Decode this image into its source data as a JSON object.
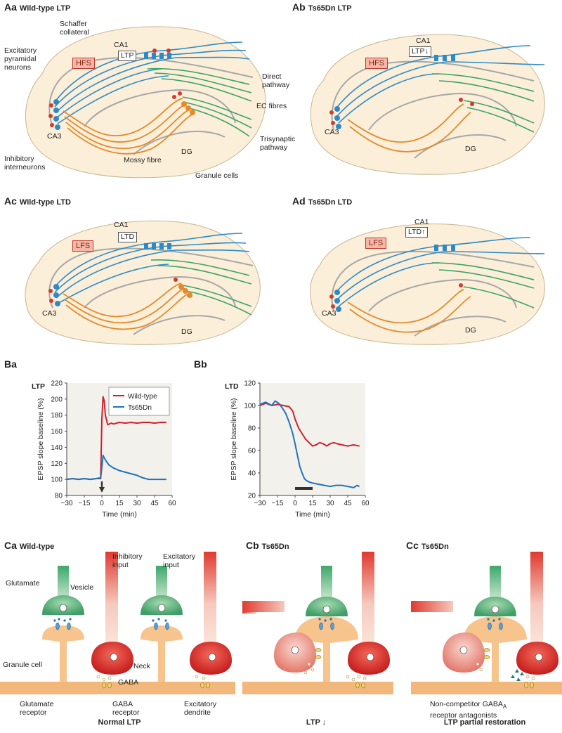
{
  "panels": {
    "Aa": {
      "id": "Aa",
      "title": "Wild-type LTP"
    },
    "Ab": {
      "id": "Ab",
      "title": "Ts65Dn LTP"
    },
    "Ac": {
      "id": "Ac",
      "title": "Wild-type LTD"
    },
    "Ad": {
      "id": "Ad",
      "title": "Ts65Dn LTD"
    },
    "Ba": {
      "id": "Ba",
      "title": "LTP"
    },
    "Bb": {
      "id": "Bb",
      "title": "LTD"
    },
    "Ca": {
      "id": "Ca",
      "title": "Wild-type",
      "caption": "Normal LTP"
    },
    "Cb": {
      "id": "Cb",
      "title": "Ts65Dn",
      "caption": "LTP ↓"
    },
    "Cc": {
      "id": "Cc",
      "title": "Ts65Dn",
      "caption": "LTP partial restoration"
    }
  },
  "hippocampus_labels": {
    "schaffer": "Schaffer\ncollateral",
    "excitatory": "Excitatory\npyramidal\nneurons",
    "ca1": "CA1",
    "ca3": "CA3",
    "dg": "DG",
    "hfs": "HFS",
    "lfs": "LFS",
    "ltp": "LTP",
    "ltp_down": "LTP↓",
    "ltd": "LTD",
    "ltd_up": "LTD↑",
    "direct": "Direct\npathway",
    "ec": "EC fibres",
    "trisynaptic": "Trisynaptic\npathway",
    "inhibitory": "Inhibitory\ninterneurons",
    "mossy": "Mossy fibre",
    "granule": "Granule cells"
  },
  "synapse_labels": {
    "inhibitory_input": "Inhibitory\ninput",
    "excitatory_input": "Excitatory\ninput",
    "glutamate": "Glutamate",
    "vesicle": "Vesicle",
    "granule_cell": "Granule cell",
    "neck": "Neck",
    "gaba": "GABA",
    "glutamate_receptor": "Glutamate\nreceptor",
    "gaba_receptor": "GABA\nreceptor",
    "excitatory_dendrite": "Excitatory\ndendrite",
    "antagonists": "Non-competitor GABA",
    "antagonists_sub": "A",
    "antagonists2": "receptor antagonists"
  },
  "colors": {
    "wildtype": "#d0202e",
    "ts65dn": "#1f74b8",
    "bg": "#fbefd9",
    "axon_blue": "#2d8ac7",
    "axon_green": "#3aa366",
    "axon_orange": "#e38a2b"
  },
  "chart_data": [
    {
      "type": "line",
      "title": "LTP",
      "xlabel": "Time (min)",
      "ylabel": "EPSP slope baseline (%)",
      "xlim": [
        -30,
        60
      ],
      "ylim": [
        80,
        220
      ],
      "xticks": [
        -30,
        -15,
        0,
        15,
        30,
        45,
        60
      ],
      "yticks": [
        80,
        100,
        120,
        140,
        160,
        180,
        200,
        220
      ],
      "legend": "top-right",
      "annotation": "arrow at 0",
      "series": [
        {
          "name": "Wild-type",
          "color": "#d0202e",
          "x": [
            -30,
            -25,
            -20,
            -15,
            -10,
            -5,
            -1,
            0,
            1,
            2,
            3,
            5,
            8,
            10,
            15,
            20,
            25,
            30,
            35,
            40,
            45,
            50,
            55
          ],
          "y": [
            100,
            101,
            100,
            101,
            100,
            101,
            101,
            175,
            203,
            198,
            180,
            168,
            170,
            169,
            171,
            170,
            171,
            170,
            171,
            171,
            170,
            171,
            171
          ]
        },
        {
          "name": "Ts65Dn",
          "color": "#1f74b8",
          "x": [
            -30,
            -25,
            -20,
            -15,
            -10,
            -5,
            -1,
            0,
            1,
            2,
            4,
            6,
            10,
            15,
            20,
            25,
            30,
            35,
            40,
            45,
            50,
            55
          ],
          "y": [
            100,
            101,
            100,
            101,
            100,
            101,
            102,
            115,
            130,
            127,
            122,
            118,
            114,
            111,
            109,
            107,
            105,
            102,
            100,
            100,
            100,
            100
          ]
        }
      ]
    },
    {
      "type": "line",
      "title": "LTD",
      "xlabel": "Time (min)",
      "ylabel": "EPSP slope baseline (%)",
      "xlim": [
        -30,
        60
      ],
      "ylim": [
        20,
        120
      ],
      "xticks": [
        -30,
        -15,
        0,
        15,
        30,
        45,
        60
      ],
      "yticks": [
        20,
        40,
        60,
        80,
        100,
        120
      ],
      "annotation": "bar from 0 to 15 min",
      "series": [
        {
          "name": "Wild-type",
          "color": "#d0202e",
          "x": [
            -30,
            -25,
            -20,
            -15,
            -10,
            -5,
            -2,
            0,
            3,
            6,
            9,
            12,
            15,
            18,
            21,
            24,
            27,
            30,
            33,
            36,
            40,
            45,
            50,
            55
          ],
          "y": [
            100,
            102,
            100,
            101,
            100,
            99,
            95,
            88,
            80,
            75,
            70,
            67,
            64,
            65,
            67,
            66,
            64,
            66,
            67,
            66,
            65,
            64,
            65,
            64
          ]
        },
        {
          "name": "Ts65Dn",
          "color": "#1f74b8",
          "x": [
            -30,
            -25,
            -20,
            -17,
            -14,
            -11,
            -8,
            -5,
            -2,
            0,
            2,
            4,
            6,
            8,
            10,
            12,
            15,
            20,
            25,
            30,
            35,
            40,
            45,
            50,
            53,
            55
          ],
          "y": [
            101,
            103,
            100,
            104,
            102,
            98,
            93,
            85,
            75,
            66,
            56,
            46,
            40,
            35,
            33,
            32,
            31,
            30,
            29,
            28,
            29,
            29,
            28,
            27,
            29,
            28
          ]
        }
      ]
    }
  ]
}
